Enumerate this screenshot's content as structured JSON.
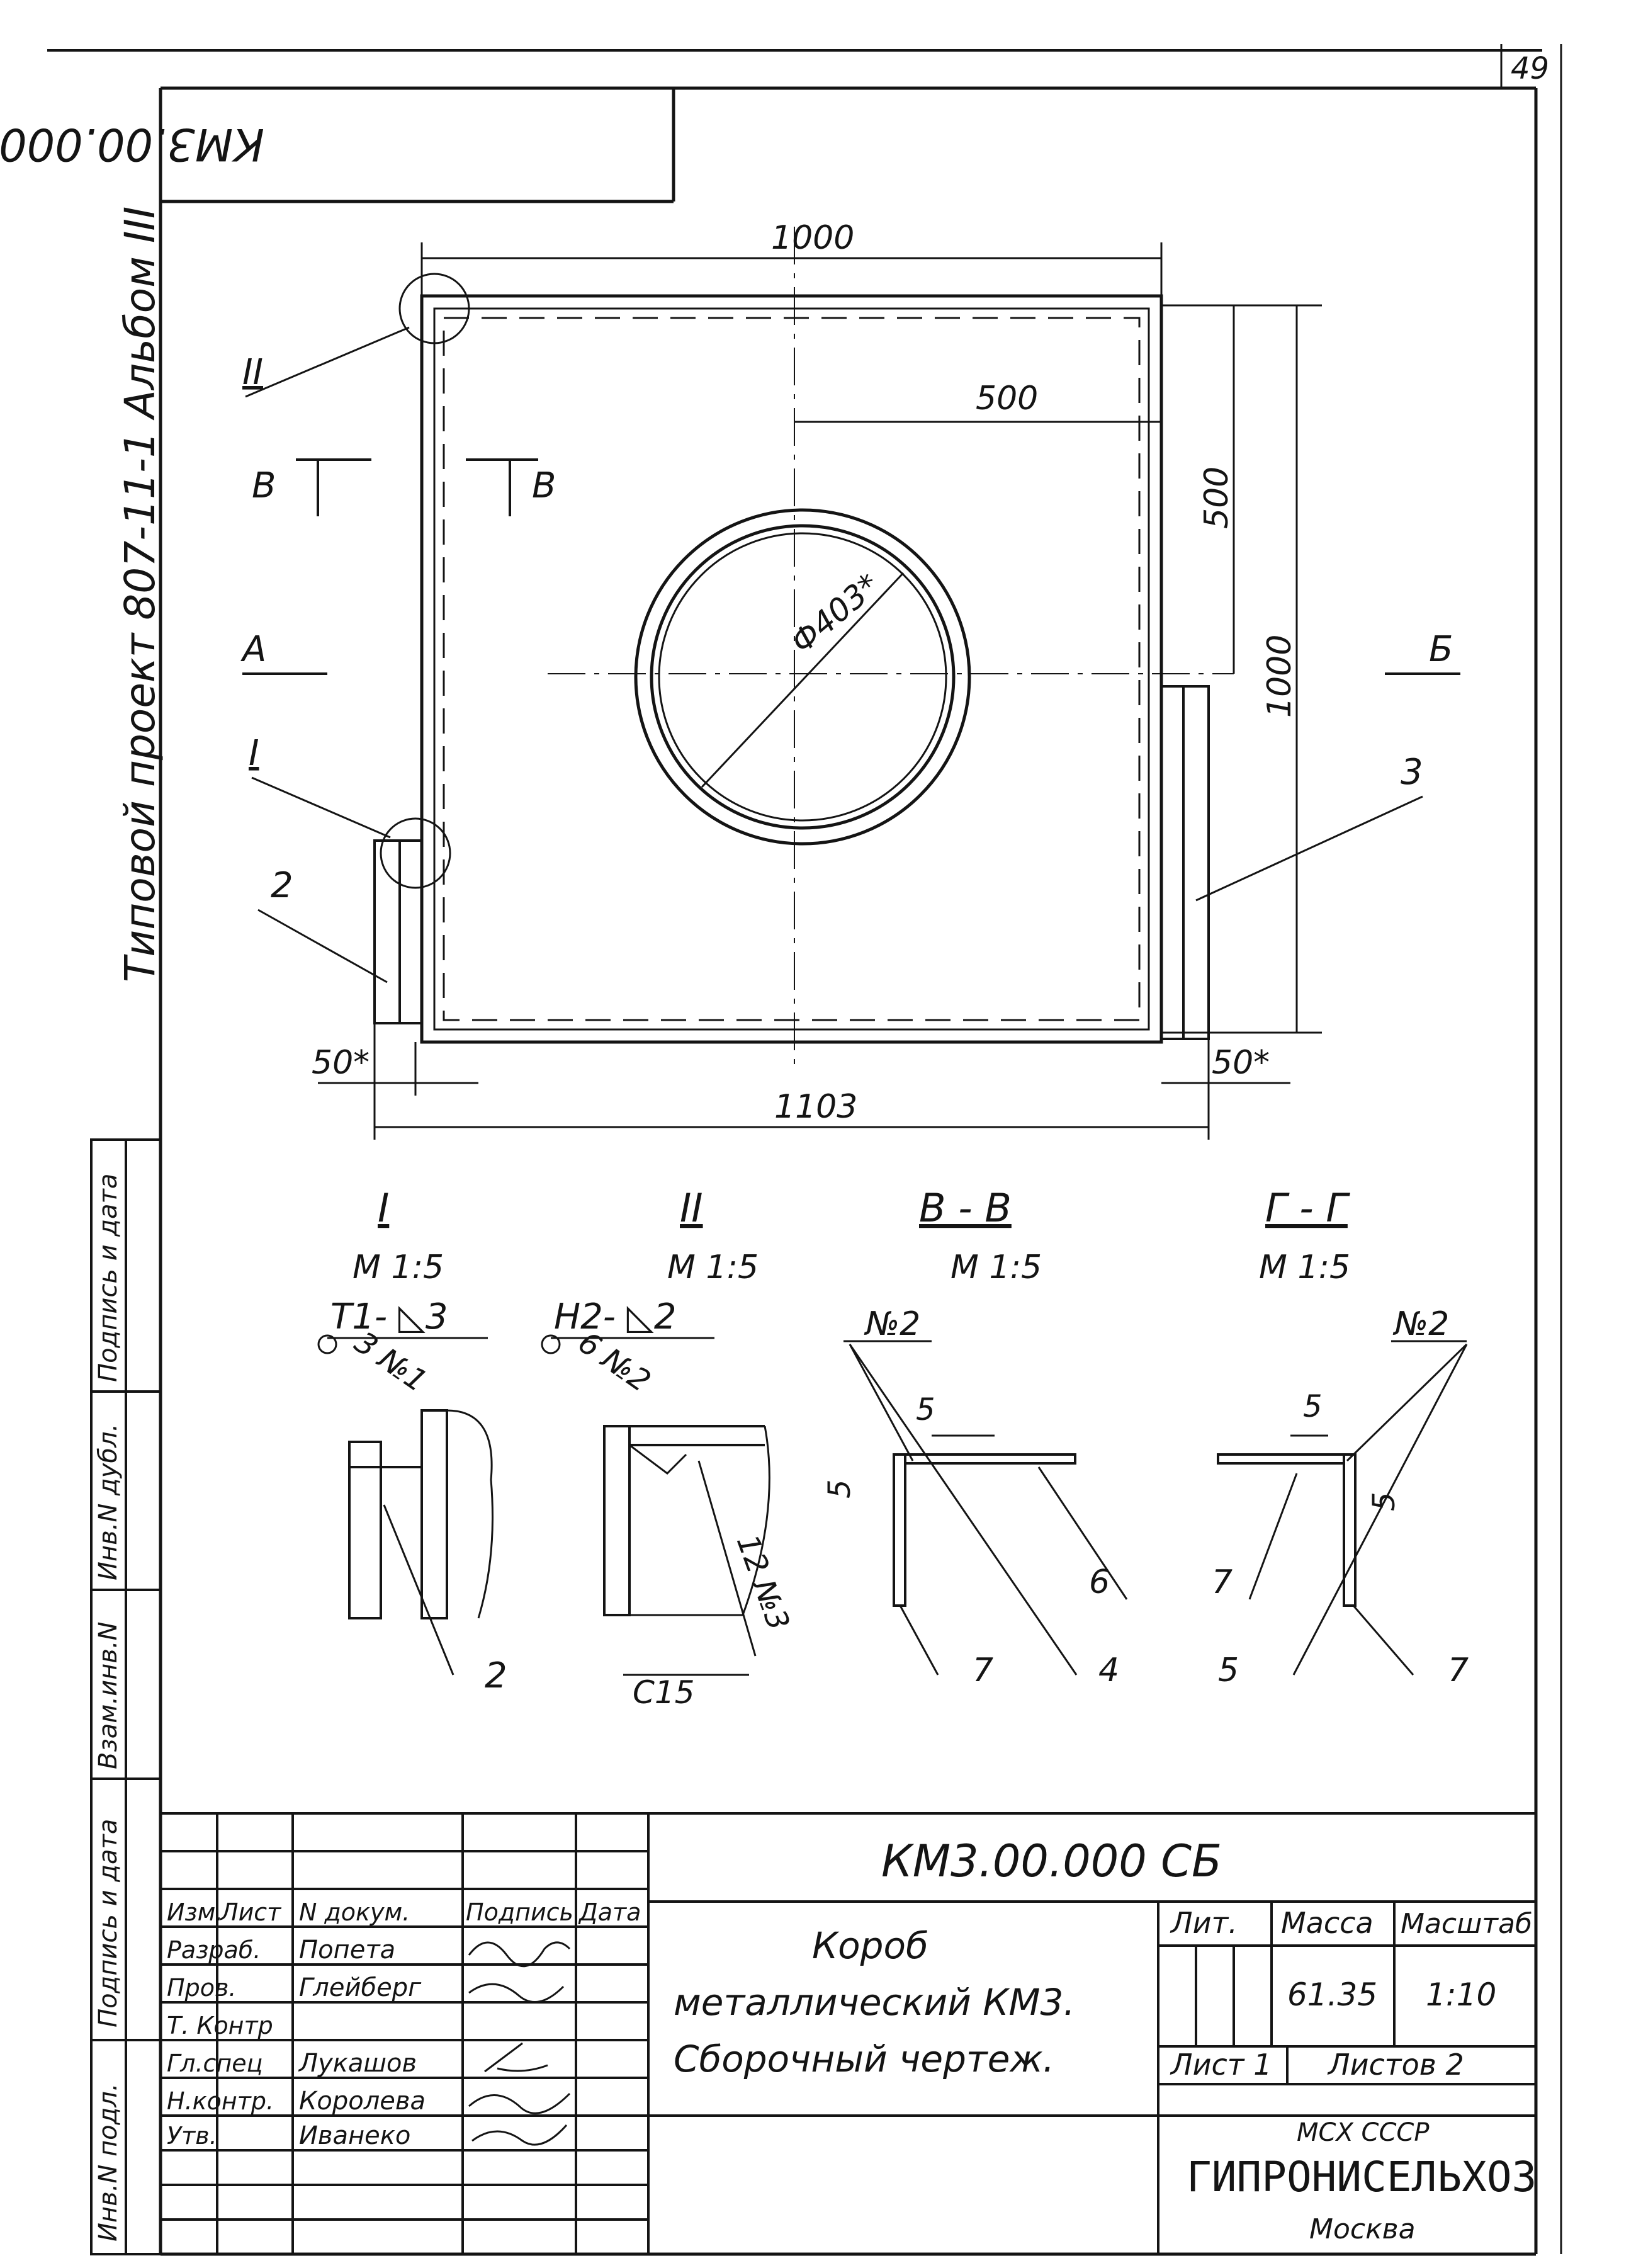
{
  "page_number": "49",
  "top_stamp": "КМ3.00.000 СБ",
  "side_label": "Типовой проект 807-11-1 Альбом III",
  "main_view": {
    "dims": {
      "width_top": "1000",
      "half_width": "500",
      "half_height": "500",
      "height": "1000",
      "overall": "1103",
      "left_offset": "50*",
      "right_offset": "50*",
      "diameter": "Ф403*"
    },
    "callouts": {
      "detail_1": "I",
      "detail_2": "II"
    },
    "section_marks": {
      "b_left": "В",
      "b_right": "В"
    },
    "view_arrows": {
      "a": "А",
      "b": "Б"
    },
    "positions": {
      "p2": "2",
      "p3": "3"
    }
  },
  "details": [
    {
      "title": "I",
      "scale": "М 1:5",
      "weld": "Т1- ◺3",
      "note": "3 №1",
      "position": "2"
    },
    {
      "title": "II",
      "scale": "М 1:5",
      "weld": "Н2- ◺2",
      "note1": "6 №2",
      "note2": "12 №3",
      "profile": "С15"
    },
    {
      "title": "В - В",
      "scale": "М 1:5",
      "part": "№2",
      "dim_a": "5",
      "dim_b": "5",
      "pos_a": "6",
      "pos_b": "7",
      "pos_c": "4"
    },
    {
      "title": "Г - Г",
      "scale": "М 1:5",
      "part": "№2",
      "dim_a": "5",
      "dim_b": "5",
      "pos_a": "7",
      "pos_b": "5",
      "pos_c": "7"
    }
  ],
  "left_margin_labels": [
    "Инв.N подл.",
    "Подпись и дата",
    "Взам.инв.N",
    "Инв.N дубл.",
    "Подпись и дата"
  ],
  "title_block": {
    "designation": "КМ3.00.000 СБ",
    "name_line1": "Короб",
    "name_line2": "металлический КМ3.",
    "name_line3": "Сборочный чертеж.",
    "col_headers": [
      "Изм.",
      "Лист",
      "N докум.",
      "Подпись",
      "Дата"
    ],
    "roles": [
      "Разраб.",
      "Пров.",
      "Т. Контр",
      "Гл.спец",
      "Н.контр.",
      "Утв."
    ],
    "names": [
      "Попета",
      "Глейберг",
      "",
      "Лукашов",
      "Королева",
      "Иванеко"
    ],
    "lit_label": "Лит.",
    "mass_label": "Масса",
    "scale_label": "Масштаб",
    "mass": "61.35",
    "scale": "1:10",
    "sheet": "Лист 1",
    "sheets": "Листов 2",
    "org_top": "МСХ СССР",
    "org_name": "ГИПРОНИСЕЛЬХОЗ",
    "org_city": "Москва"
  }
}
